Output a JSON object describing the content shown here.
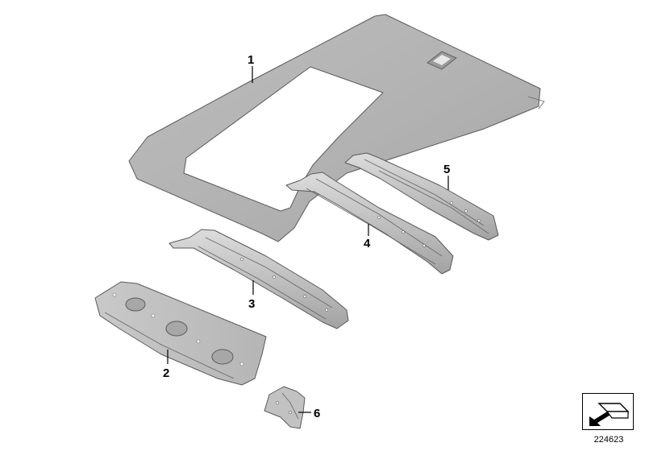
{
  "callouts": [
    {
      "id": "1",
      "label": "1"
    },
    {
      "id": "2",
      "label": "2"
    },
    {
      "id": "3",
      "label": "3"
    },
    {
      "id": "4",
      "label": "4"
    },
    {
      "id": "5",
      "label": "5"
    },
    {
      "id": "6",
      "label": "6"
    }
  ],
  "reference_number": "224623",
  "colors": {
    "part_fill": "#b9b9b9",
    "part_light": "#d6d6d6",
    "part_dark": "#8e8e8e",
    "line": "#000000"
  },
  "icons": {
    "navigation": "page-navigation-arrow-icon"
  }
}
